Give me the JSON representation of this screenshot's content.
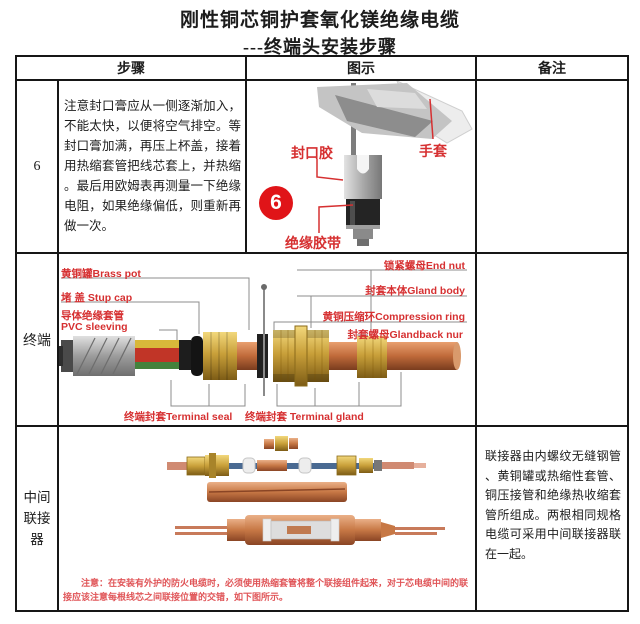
{
  "title": {
    "line1": "刚性铜芯铜护套氧化镁绝缘电缆",
    "line2": "---终端头安装步骤"
  },
  "table": {
    "headers": {
      "step": "步骤",
      "illustration": "图示",
      "remark": "备注"
    },
    "rows": [
      {
        "step_no": "6",
        "step_text": "注意封口膏应从一侧逐渐加入，不能太快，以便将空气排空。等封口膏加满，再压上杯盖，接着用热缩套管把线芯套上，并热缩。最后用欧姆表再测量一下绝缘电阻，如果绝缘偏低，则重新再做一次。",
        "badge": "6",
        "labels": {
          "sealing_glue": "封口胶",
          "glove": "手套",
          "insulation_tape": "绝缘胶带"
        }
      },
      {
        "step_label": "终端",
        "labels": {
          "brass_pot": "黄铜罐Brass pot",
          "stup_cap": "堵 盖 Stup cap",
          "pvc_sleeving_cn": "导体绝缘套管",
          "pvc_sleeving_en": "PVC sleeving",
          "end_nut": "锁紧螺母End nut",
          "gland_body": "封套本体Gland body",
          "compression_ring": "黄铜压缩环Compression ring",
          "glandback_nut": "封套螺母Glandback nur",
          "terminal_seal": "终端封套Terminal seal",
          "terminal_gland": "终端封套 Terminal gland"
        }
      },
      {
        "step_label_lines": [
          "中间",
          "联接",
          "器"
        ],
        "note": "注意：在安装有外护的防火电缆时，必须使用热缩套管将整个联接组件起来，对于芯电缆中间的联接应该注意每根线芯之间联接位置的交错，如下图所示。",
        "remark": "联接器由内螺纹无缝钢管、黄铜罐或热缩性套管、铜压接管和绝缘热收缩套管所组成。两根相同规格电缆可采用中间联接器联在一起。"
      }
    ]
  },
  "colors": {
    "label_red": "#d63031",
    "note_red": "#e05558",
    "badge_red": "#e01418",
    "border_black": "#161616",
    "brass": "#c9a43e",
    "copper": "#c0713d",
    "steel": "#a8a8a8"
  }
}
